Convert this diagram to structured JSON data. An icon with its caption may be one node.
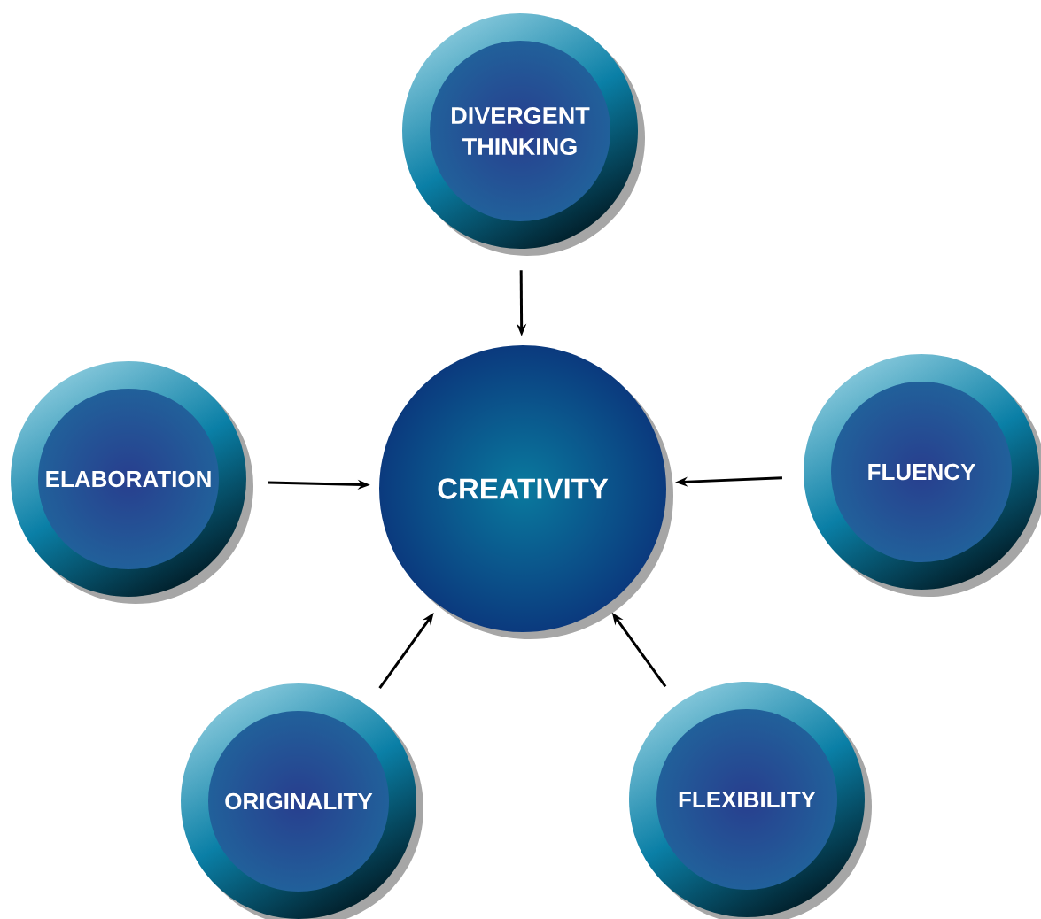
{
  "diagram": {
    "nodes": [
      {
        "text": [
          "DIVERGENT THINKING"
        ]
      },
      {
        "text": [
          "ELABORATION"
        ]
      },
      {
        "text": [
          "CREATIVITY"
        ]
      },
      {
        "text": [
          "FLUENCY"
        ]
      },
      {
        "text": [
          "ORIGINALITY"
        ]
      },
      {
        "text": [
          "FLEXIBILITY"
        ]
      }
    ],
    "edges": [
      {
        "from": 0,
        "to": 2,
        "arrow": "to"
      },
      {
        "from": 1,
        "to": 2,
        "arrow": "to"
      },
      {
        "from": 3,
        "to": 2,
        "arrow": "to"
      },
      {
        "from": 4,
        "to": 2,
        "arrow": "to"
      },
      {
        "from": 5,
        "to": 2,
        "arrow": "to"
      }
    ]
  }
}
